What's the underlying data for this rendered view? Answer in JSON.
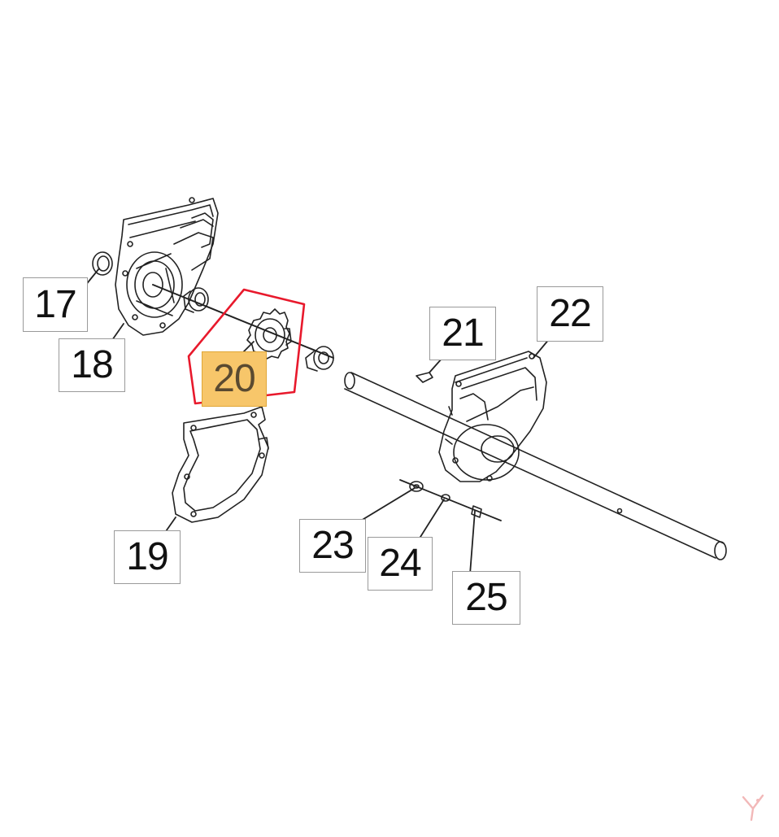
{
  "diagram": {
    "parts": [
      {
        "id": "p17",
        "label": "17"
      },
      {
        "id": "p18",
        "label": "18"
      },
      {
        "id": "p19",
        "label": "19"
      },
      {
        "id": "p20",
        "label": "20",
        "selected": true
      },
      {
        "id": "p21",
        "label": "21"
      },
      {
        "id": "p22",
        "label": "22"
      },
      {
        "id": "p23",
        "label": "23"
      },
      {
        "id": "p24",
        "label": "24"
      },
      {
        "id": "p25",
        "label": "25"
      }
    ],
    "colors": {
      "line": "#222222",
      "label_border": "#9a9a9a",
      "highlight_fill": "#f7c66a",
      "highlight_outline": "#e8192c",
      "watermark": "#f2b8b8"
    }
  }
}
